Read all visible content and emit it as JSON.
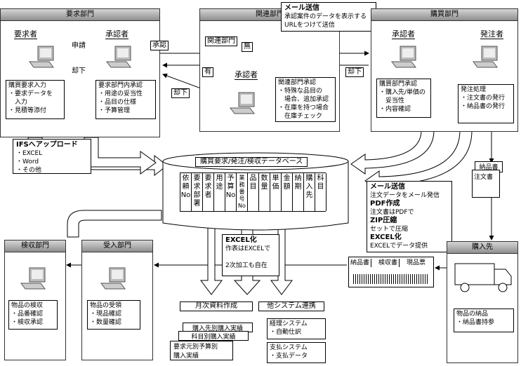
{
  "departments": {
    "request": {
      "title": "要求部門",
      "requester": "要求者",
      "approver": "承認者",
      "requester_note": "購買要求入力\n・要求データを\n　入力\n・見積等添付",
      "approver_note": "要求部門内承認\n・用途の妥当性\n・品目の仕様\n・予算管理"
    },
    "related": {
      "title": "関連部門",
      "check": "関連部門",
      "approver": "承認者",
      "approver_note": "関連部門承認\n・特殊な品目の\n　場合、追加承認\n・在庫を持つ場合\n　在庫チェック"
    },
    "purchasing": {
      "title": "購買部門",
      "approver": "承認者",
      "orderer": "発注者",
      "approver_note": "購買部門承認\n・購入先/単価の\n　妥当性\n・内容確認",
      "orderer_note": "発注処理\n・注文書の発行\n・納品書の発行"
    },
    "inspection": {
      "title": "検収部門",
      "note": "物品の検収\n・品番確認\n・検収承認"
    },
    "receiving": {
      "title": "受入部門",
      "note": "物品の受領\n・現品確認\n・数量確認"
    },
    "vendor": {
      "title": "購入先",
      "note": "物品の納品\n・納品書持参"
    }
  },
  "flows": {
    "apply": "申請",
    "reject_1": "却下",
    "approve": "承認",
    "none": "無",
    "yes": "有",
    "reject_2": "却下",
    "reject_3": "却下"
  },
  "callouts": {
    "mail": {
      "title": "メール送信",
      "line1": "承認案件のデータを表示する",
      "line2": "URLをつけて送信"
    },
    "ifs": {
      "title": "IFSへアップロード",
      "items": [
        "・EXCEL",
        "・Word",
        "・その他"
      ]
    },
    "excel": {
      "title": "EXCEL化",
      "line1": "作表はEXCELで",
      "line2": "2次加工も自在"
    },
    "vendor_mail": {
      "l1_title": "メール送信",
      "l1": "注文データをメール発信",
      "l2_title": "PDF作成",
      "l2": "注文書はPDFで",
      "l3_title": "ZIP圧縮",
      "l3": "セットで圧縮",
      "l4_title": "EXCEL化",
      "l4": "EXCELでデータ提供"
    }
  },
  "database": {
    "title": "購買要求/発注/検収データベース",
    "columns": [
      "依\n頼\nNo",
      "要\n求\n部\n署",
      "要\n求\n者",
      "用\n途",
      "予\n算\nNo",
      "業\n務\n番\n号\nNo",
      "品\n目",
      "数\n量",
      "単\n価",
      "金\n額",
      "納\n期",
      "購\n入\n先",
      "科\n目"
    ]
  },
  "documents": {
    "delivery_note": "納品書",
    "order_form": "注文書",
    "delivery_slip": "納品書",
    "inspection_slip": "検収書",
    "receipt_slip": "現品票"
  },
  "reports": {
    "title": "月次資料作成",
    "items": [
      "購入先別購入実績",
      "科目別購入実績",
      "要求元別予算別\n購入実績"
    ]
  },
  "other_systems": {
    "title": "他システム連携",
    "accounting": "経理システム\n・自動仕訳",
    "payment": "支払システム\n・支払データ"
  }
}
